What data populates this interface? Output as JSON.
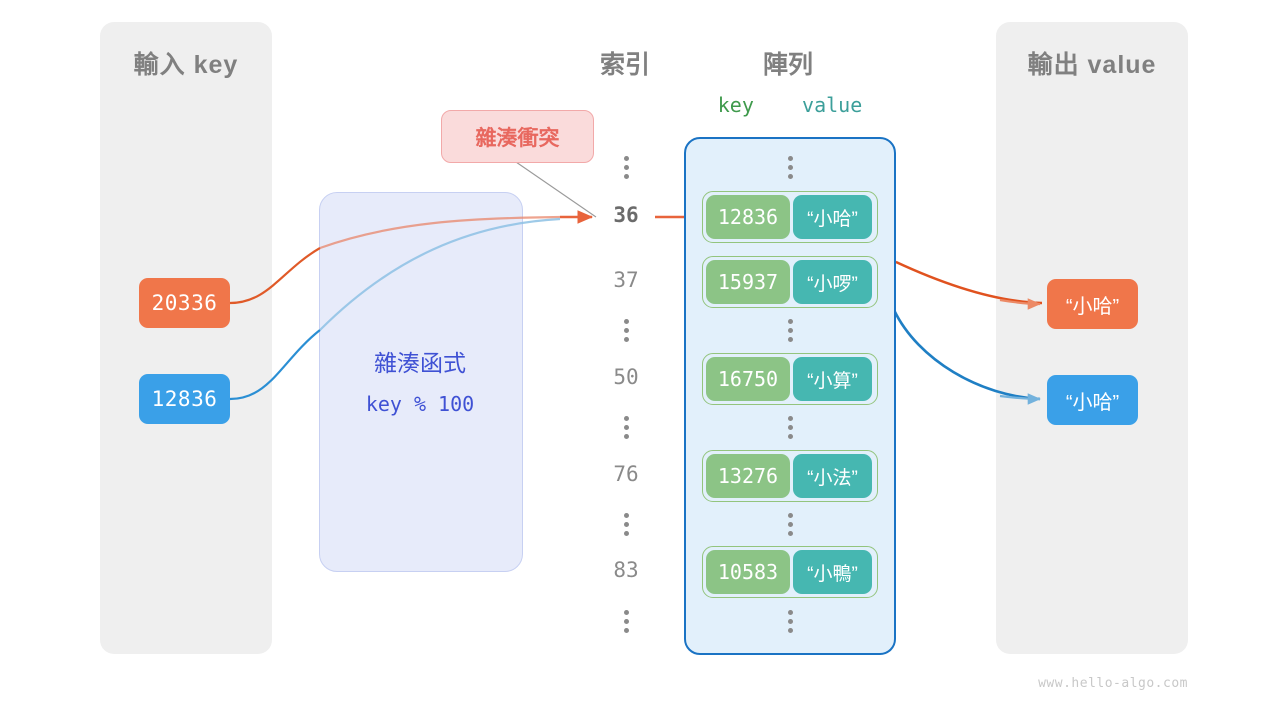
{
  "watermark": "www.hello-algo.com",
  "panels": {
    "input": {
      "title": "輸入 key"
    },
    "output": {
      "title": "輸出 value"
    }
  },
  "headers": {
    "index": "索引",
    "array": "陣列",
    "key": "key",
    "value": "value"
  },
  "hash_function": {
    "title": "雜湊函式",
    "formula": "key % 100"
  },
  "collision": {
    "label": "雜湊衝突"
  },
  "input_keys": [
    {
      "text": "20336",
      "color": "#f0764a"
    },
    {
      "text": "12836",
      "color": "#3aa0e8"
    }
  ],
  "output_values": [
    {
      "text": "“小哈”",
      "color": "#f0764a"
    },
    {
      "text": "“小哈”",
      "color": "#3aa0e8"
    }
  ],
  "indices": [
    {
      "kind": "dots"
    },
    {
      "kind": "num",
      "text": "36",
      "bold": true
    },
    {
      "kind": "num",
      "text": "37",
      "bold": false
    },
    {
      "kind": "dots"
    },
    {
      "kind": "num",
      "text": "50",
      "bold": false
    },
    {
      "kind": "dots"
    },
    {
      "kind": "num",
      "text": "76",
      "bold": false
    },
    {
      "kind": "dots"
    },
    {
      "kind": "num",
      "text": "83",
      "bold": false
    },
    {
      "kind": "dots"
    }
  ],
  "buckets": [
    {
      "kind": "dots"
    },
    {
      "kind": "entry",
      "key": "12836",
      "value": "“小哈”"
    },
    {
      "kind": "entry",
      "key": "15937",
      "value": "“小啰”"
    },
    {
      "kind": "dots"
    },
    {
      "kind": "entry",
      "key": "16750",
      "value": "“小算”"
    },
    {
      "kind": "dots"
    },
    {
      "kind": "entry",
      "key": "13276",
      "value": "“小法”"
    },
    {
      "kind": "dots"
    },
    {
      "kind": "entry",
      "key": "10583",
      "value": "“小鴨”"
    },
    {
      "kind": "dots"
    }
  ],
  "colors": {
    "panel_bg": "#efefef",
    "hash_bg": "#e7ebfa",
    "hash_text": "#3f51d4",
    "array_bg": "#e2f0fb",
    "array_border": "#1a73c4",
    "key_cell": "#8cc486",
    "value_cell": "#46b7b1",
    "orange": "#f0764a",
    "blue": "#3aa0e8",
    "collision_bg": "#fadbdb",
    "collision_text": "#e8685f"
  }
}
